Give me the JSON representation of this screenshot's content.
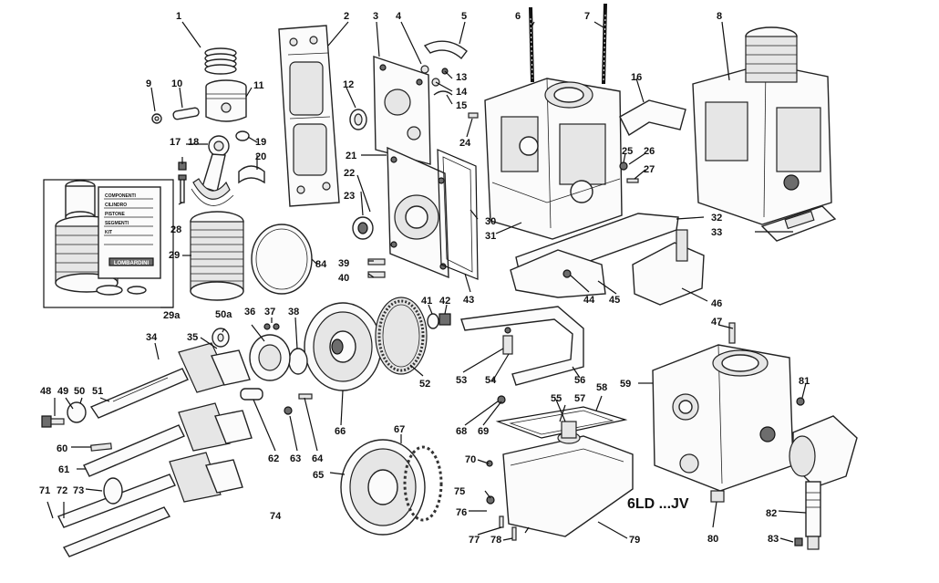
{
  "model_label": "6LD ...JV",
  "callouts": [
    "1",
    "2",
    "3",
    "4",
    "5",
    "6",
    "7",
    "8",
    "9",
    "10",
    "11",
    "12",
    "13",
    "14",
    "15",
    "16",
    "17",
    "18",
    "19",
    "20",
    "21",
    "22",
    "23",
    "24",
    "25",
    "26",
    "27",
    "28",
    "29",
    "29a",
    "30",
    "31",
    "32",
    "33",
    "34",
    "35",
    "36",
    "37",
    "38",
    "39",
    "40",
    "41",
    "42",
    "43",
    "44",
    "45",
    "46",
    "47",
    "48",
    "49",
    "50",
    "50a",
    "51",
    "52",
    "53",
    "54",
    "55",
    "56",
    "57",
    "58",
    "59",
    "60",
    "61",
    "62",
    "63",
    "64",
    "65",
    "66",
    "67",
    "68",
    "69",
    "70",
    "71",
    "72",
    "73",
    "74",
    "75",
    "76",
    "77",
    "78",
    "79",
    "80",
    "81",
    "82",
    "83",
    "84"
  ],
  "callouts_sequence": [
    "1",
    "2",
    "3",
    "4",
    "5",
    "6",
    "7",
    "8",
    "9",
    "10",
    "11",
    "12",
    "13",
    "14",
    "15",
    "16",
    "17",
    "18",
    "19",
    "20",
    "21",
    "22",
    "23",
    "24",
    "25",
    "26",
    "27",
    "28",
    "29",
    "29a",
    "30",
    "31",
    "32",
    "33",
    "34",
    "35",
    "36",
    "37",
    "38",
    "39",
    "40",
    "41",
    "42",
    "43",
    "44",
    "45",
    "46",
    "47",
    "48",
    "49",
    "50",
    "50a",
    "51",
    "52",
    "53",
    "54",
    "55",
    "56",
    "57",
    "58",
    "59",
    "60",
    "61",
    "62",
    "63",
    "64",
    "65",
    "66",
    "67",
    "68",
    "69",
    "70",
    "71",
    "72",
    "73",
    "74",
    "75",
    "76",
    "77",
    "78",
    "79",
    "80",
    "81",
    "82",
    "83",
    "84"
  ],
  "inset_sheet": {
    "brand": "LOMBARDINI",
    "lines": [
      "COMPONENTI",
      "CILINDRO",
      "PISTONE",
      "SEGMENTI",
      "KIT"
    ]
  }
}
